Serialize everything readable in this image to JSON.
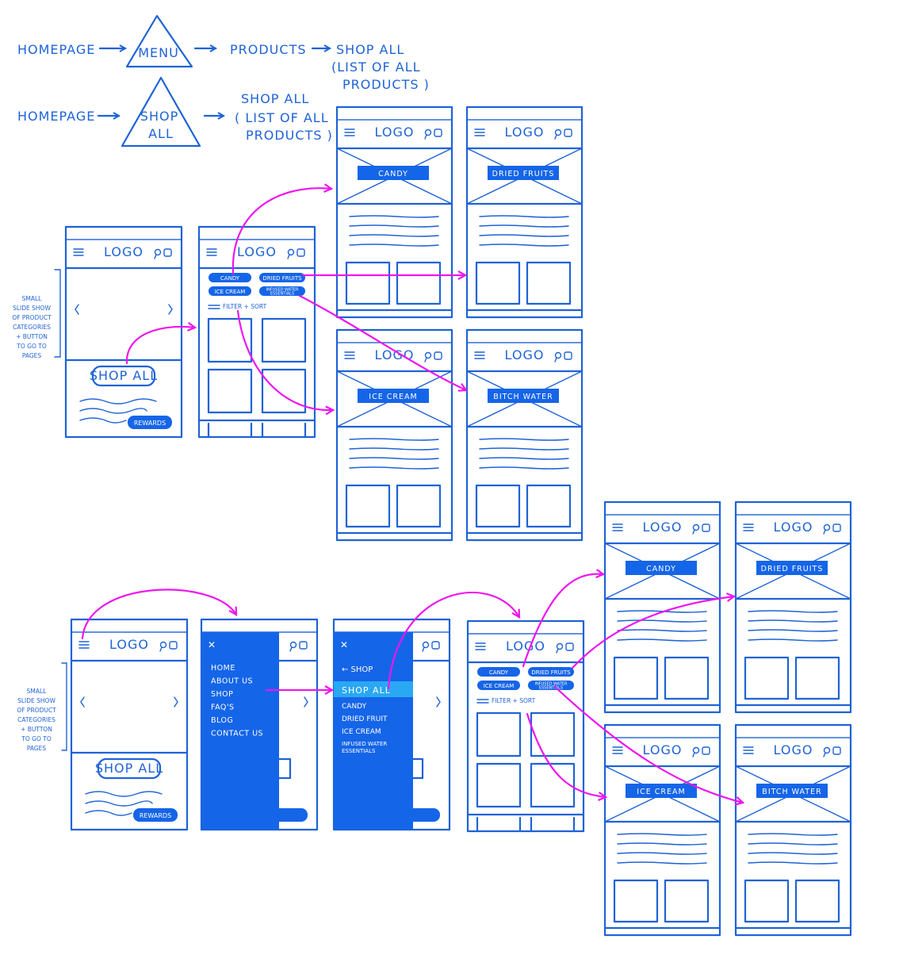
{
  "colors": {
    "ink": "#1f63d6",
    "fill": "#1565e8",
    "highlight": "#2aa8f4",
    "arrow": "#ee16ee",
    "paper": "#ffffff"
  },
  "flow": {
    "row1": [
      "HOMEPAGE",
      "MENU",
      "PRODUCTS",
      "SHOP ALL",
      "(LIST OF ALL",
      "PRODUCTS )"
    ],
    "row2": [
      "HOMEPAGE",
      "SHOP",
      "ALL",
      "SHOP ALL",
      "( LIST OF ALL",
      "PRODUCTS )"
    ]
  },
  "side_note": [
    "SMALL",
    "SLIDE SHOW",
    "OF PRODUCT",
    "CATEGORIES",
    "+ BUTTON",
    "TO GO TO",
    "PAGES"
  ],
  "phone": {
    "logo": "LOGO",
    "shop_all_button": "SHOP ALL",
    "rewards_button": "REWARDS",
    "filter_sort": "FILTER + SORT",
    "categories": [
      "CANDY",
      "DRIED FRUITS",
      "ICE CREAM",
      "INFUSED WATER",
      "ESSENTIALS"
    ]
  },
  "category_pages": [
    "CANDY",
    "DRIED FRUITS",
    "ICE CREAM",
    "BITCH WATER"
  ],
  "menu": {
    "close": "✕",
    "items": [
      "HOME",
      "ABOUT US",
      "SHOP",
      "FAQ'S",
      "BLOG",
      "CONTACT US"
    ],
    "back_label": "← SHOP",
    "shop_items": [
      "SHOP ALL",
      "CANDY",
      "DRIED FRUIT",
      "ICE CREAM",
      "INFUSED WATER",
      "ESSENTIALS"
    ]
  }
}
